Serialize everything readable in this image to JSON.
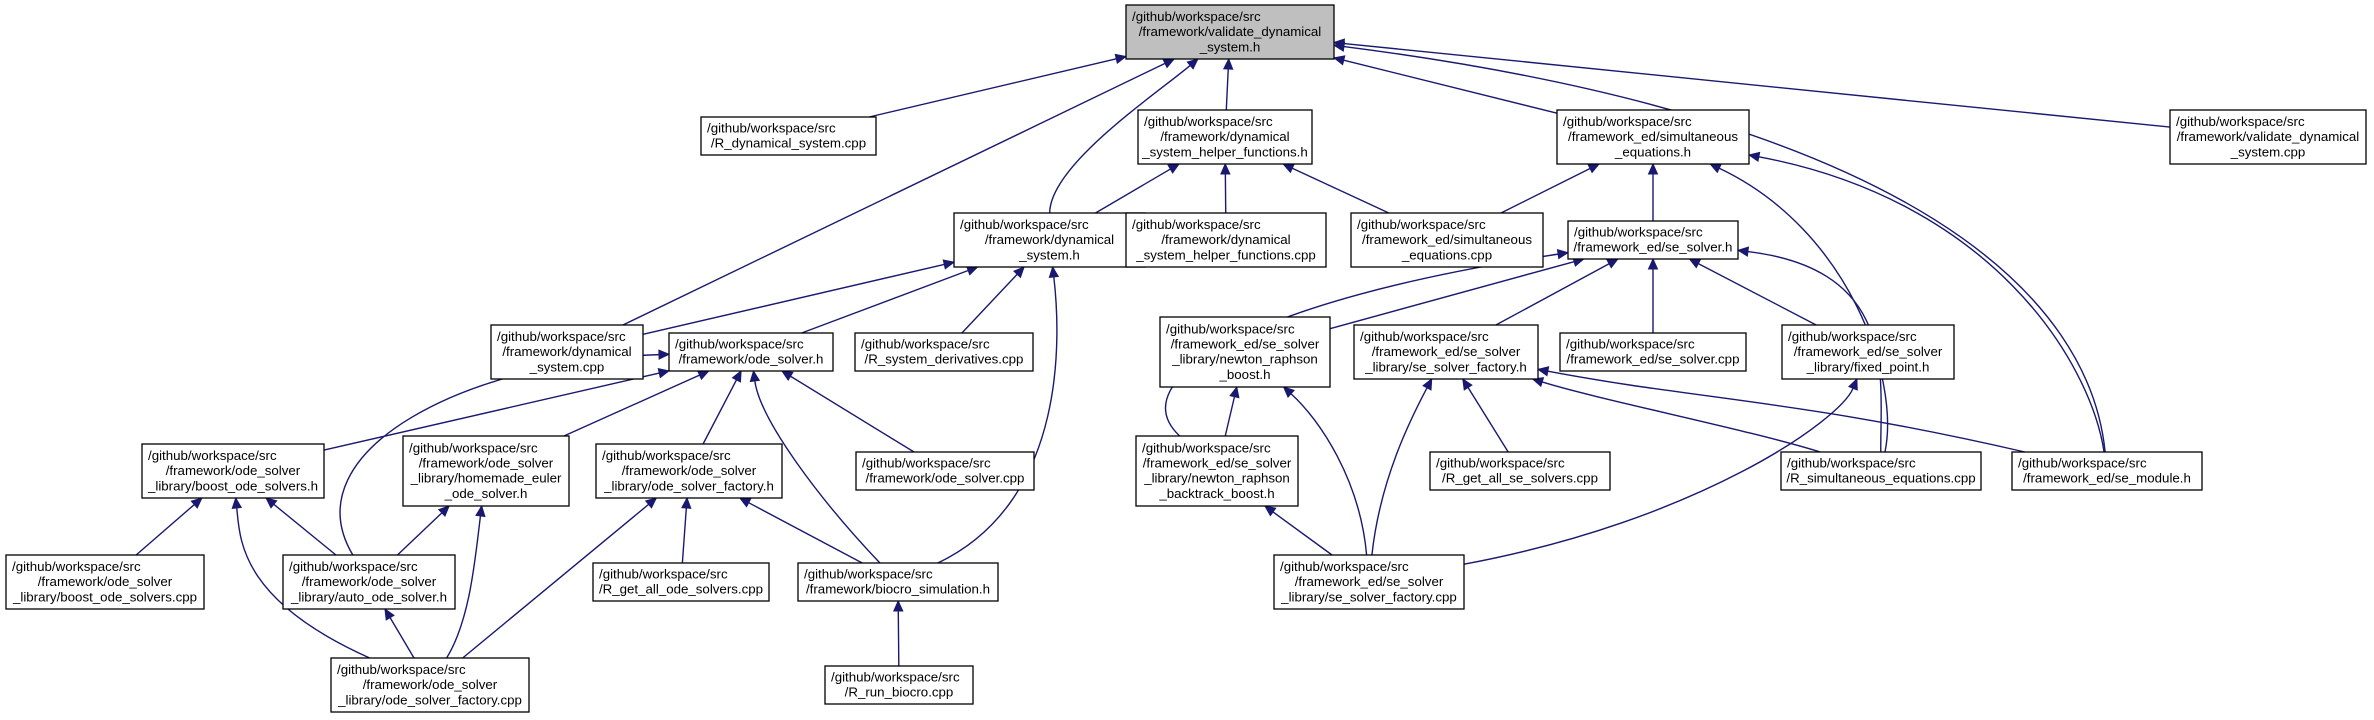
{
  "colors": {
    "edge": "#191970",
    "root_fill": "#bfbfbf",
    "node_fill": "#ffffff",
    "border": "#000000"
  },
  "nodes": [
    {
      "id": "validate_dynamical_system_h",
      "lines": [
        "/github/workspace/src",
        "/framework/validate_dynamical",
        "_system.h"
      ],
      "root": true
    },
    {
      "id": "R_dynamical_system_cpp",
      "lines": [
        "/github/workspace/src",
        "/R_dynamical_system.cpp"
      ]
    },
    {
      "id": "dynamical_system_helper_functions_h",
      "lines": [
        "/github/workspace/src",
        "/framework/dynamical",
        "_system_helper_functions.h"
      ]
    },
    {
      "id": "simultaneous_equations_h",
      "lines": [
        "/github/workspace/src",
        "/framework_ed/simultaneous",
        "_equations.h"
      ]
    },
    {
      "id": "validate_dynamical_system_cpp",
      "lines": [
        "/github/workspace/src",
        "/framework/validate_dynamical",
        "_system.cpp"
      ]
    },
    {
      "id": "dynamical_system_h",
      "lines": [
        "/github/workspace/src",
        "/framework/dynamical",
        "_system.h"
      ]
    },
    {
      "id": "dynamical_system_helper_functions_cpp",
      "lines": [
        "/github/workspace/src",
        "/framework/dynamical",
        "_system_helper_functions.cpp"
      ]
    },
    {
      "id": "simultaneous_equations_cpp",
      "lines": [
        "/github/workspace/src",
        "/framework_ed/simultaneous",
        "_equations.cpp"
      ]
    },
    {
      "id": "se_solver_h",
      "lines": [
        "/github/workspace/src",
        "/framework_ed/se_solver.h"
      ]
    },
    {
      "id": "dynamical_system_cpp",
      "lines": [
        "/github/workspace/src",
        "/framework/dynamical",
        "_system.cpp"
      ]
    },
    {
      "id": "ode_solver_h",
      "lines": [
        "/github/workspace/src",
        "/framework/ode_solver.h"
      ]
    },
    {
      "id": "R_system_derivatives_cpp",
      "lines": [
        "/github/workspace/src",
        "/R_system_derivatives.cpp"
      ]
    },
    {
      "id": "newton_raphson_boost_h",
      "lines": [
        "/github/workspace/src",
        "/framework_ed/se_solver",
        "_library/newton_raphson",
        "_boost.h"
      ]
    },
    {
      "id": "se_solver_factory_h",
      "lines": [
        "/github/workspace/src",
        "/framework_ed/se_solver",
        "_library/se_solver_factory.h"
      ]
    },
    {
      "id": "se_solver_cpp",
      "lines": [
        "/github/workspace/src",
        "/framework_ed/se_solver.cpp"
      ]
    },
    {
      "id": "fixed_point_h",
      "lines": [
        "/github/workspace/src",
        "/framework_ed/se_solver",
        "_library/fixed_point.h"
      ]
    },
    {
      "id": "boost_ode_solvers_h",
      "lines": [
        "/github/workspace/src",
        "/framework/ode_solver",
        "_library/boost_ode_solvers.h"
      ]
    },
    {
      "id": "homemade_euler_ode_solver_h",
      "lines": [
        "/github/workspace/src",
        "/framework/ode_solver",
        "_library/homemade_euler",
        "_ode_solver.h"
      ]
    },
    {
      "id": "ode_solver_factory_h",
      "lines": [
        "/github/workspace/src",
        "/framework/ode_solver",
        "_library/ode_solver_factory.h"
      ]
    },
    {
      "id": "ode_solver_cpp",
      "lines": [
        "/github/workspace/src",
        "/framework/ode_solver.cpp"
      ]
    },
    {
      "id": "newton_raphson_backtrack_boost_h",
      "lines": [
        "/github/workspace/src",
        "/framework_ed/se_solver",
        "_library/newton_raphson",
        "_backtrack_boost.h"
      ]
    },
    {
      "id": "R_get_all_se_solvers_cpp",
      "lines": [
        "/github/workspace/src",
        "/R_get_all_se_solvers.cpp"
      ]
    },
    {
      "id": "R_simultaneous_equations_cpp",
      "lines": [
        "/github/workspace/src",
        "/R_simultaneous_equations.cpp"
      ]
    },
    {
      "id": "se_module_h",
      "lines": [
        "/github/workspace/src",
        "/framework_ed/se_module.h"
      ]
    },
    {
      "id": "boost_ode_solvers_cpp",
      "lines": [
        "/github/workspace/src",
        "/framework/ode_solver",
        "_library/boost_ode_solvers.cpp"
      ]
    },
    {
      "id": "auto_ode_solver_h",
      "lines": [
        "/github/workspace/src",
        "/framework/ode_solver",
        "_library/auto_ode_solver.h"
      ]
    },
    {
      "id": "R_get_all_ode_solvers_cpp",
      "lines": [
        "/github/workspace/src",
        "/R_get_all_ode_solvers.cpp"
      ]
    },
    {
      "id": "biocro_simulation_h",
      "lines": [
        "/github/workspace/src",
        "/framework/biocro_simulation.h"
      ]
    },
    {
      "id": "se_solver_factory_cpp",
      "lines": [
        "/github/workspace/src",
        "/framework_ed/se_solver",
        "_library/se_solver_factory.cpp"
      ]
    },
    {
      "id": "ode_solver_factory_cpp",
      "lines": [
        "/github/workspace/src",
        "/framework/ode_solver",
        "_library/ode_solver_factory.cpp"
      ]
    },
    {
      "id": "R_run_biocro_cpp",
      "lines": [
        "/github/workspace/src",
        "/R_run_biocro.cpp"
      ]
    }
  ],
  "edges": [
    {
      "from": "R_dynamical_system_cpp",
      "to": "validate_dynamical_system_h"
    },
    {
      "from": "dynamical_system_helper_functions_h",
      "to": "validate_dynamical_system_h"
    },
    {
      "from": "simultaneous_equations_h",
      "to": "validate_dynamical_system_h"
    },
    {
      "from": "validate_dynamical_system_cpp",
      "to": "validate_dynamical_system_h"
    },
    {
      "from": "dynamical_system_h",
      "to": "validate_dynamical_system_h"
    },
    {
      "from": "dynamical_system_cpp",
      "to": "validate_dynamical_system_h"
    },
    {
      "from": "se_module_h",
      "to": "validate_dynamical_system_h"
    },
    {
      "from": "dynamical_system_h",
      "to": "dynamical_system_helper_functions_h"
    },
    {
      "from": "dynamical_system_helper_functions_cpp",
      "to": "dynamical_system_helper_functions_h"
    },
    {
      "from": "simultaneous_equations_cpp",
      "to": "dynamical_system_helper_functions_h"
    },
    {
      "from": "simultaneous_equations_cpp",
      "to": "simultaneous_equations_h"
    },
    {
      "from": "se_solver_h",
      "to": "simultaneous_equations_h"
    },
    {
      "from": "R_simultaneous_equations_cpp",
      "to": "simultaneous_equations_h"
    },
    {
      "from": "se_module_h",
      "to": "simultaneous_equations_h"
    },
    {
      "from": "dynamical_system_cpp",
      "to": "dynamical_system_h"
    },
    {
      "from": "ode_solver_h",
      "to": "dynamical_system_h"
    },
    {
      "from": "R_system_derivatives_cpp",
      "to": "dynamical_system_h"
    },
    {
      "from": "biocro_simulation_h",
      "to": "dynamical_system_h"
    },
    {
      "from": "newton_raphson_boost_h",
      "to": "se_solver_h"
    },
    {
      "from": "se_solver_factory_h",
      "to": "se_solver_h"
    },
    {
      "from": "se_solver_cpp",
      "to": "se_solver_h"
    },
    {
      "from": "fixed_point_h",
      "to": "se_solver_h"
    },
    {
      "from": "newton_raphson_backtrack_boost_h",
      "to": "se_solver_h"
    },
    {
      "from": "R_simultaneous_equations_cpp",
      "to": "se_solver_h"
    },
    {
      "from": "boost_ode_solvers_h",
      "to": "ode_solver_h"
    },
    {
      "from": "homemade_euler_ode_solver_h",
      "to": "ode_solver_h"
    },
    {
      "from": "ode_solver_factory_h",
      "to": "ode_solver_h"
    },
    {
      "from": "ode_solver_cpp",
      "to": "ode_solver_h"
    },
    {
      "from": "auto_ode_solver_h",
      "to": "ode_solver_h"
    },
    {
      "from": "biocro_simulation_h",
      "to": "ode_solver_h"
    },
    {
      "from": "newton_raphson_backtrack_boost_h",
      "to": "newton_raphson_boost_h"
    },
    {
      "from": "se_solver_factory_cpp",
      "to": "newton_raphson_boost_h"
    },
    {
      "from": "R_get_all_se_solvers_cpp",
      "to": "se_solver_factory_h"
    },
    {
      "from": "R_simultaneous_equations_cpp",
      "to": "se_solver_factory_h"
    },
    {
      "from": "se_module_h",
      "to": "se_solver_factory_h"
    },
    {
      "from": "se_solver_factory_cpp",
      "to": "se_solver_factory_h"
    },
    {
      "from": "se_solver_factory_cpp",
      "to": "fixed_point_h"
    },
    {
      "from": "boost_ode_solvers_cpp",
      "to": "boost_ode_solvers_h"
    },
    {
      "from": "auto_ode_solver_h",
      "to": "boost_ode_solvers_h"
    },
    {
      "from": "ode_solver_factory_cpp",
      "to": "boost_ode_solvers_h"
    },
    {
      "from": "auto_ode_solver_h",
      "to": "homemade_euler_ode_solver_h"
    },
    {
      "from": "ode_solver_factory_cpp",
      "to": "homemade_euler_ode_solver_h"
    },
    {
      "from": "R_get_all_ode_solvers_cpp",
      "to": "ode_solver_factory_h"
    },
    {
      "from": "biocro_simulation_h",
      "to": "ode_solver_factory_h"
    },
    {
      "from": "ode_solver_factory_cpp",
      "to": "ode_solver_factory_h"
    },
    {
      "from": "se_solver_factory_cpp",
      "to": "newton_raphson_backtrack_boost_h"
    },
    {
      "from": "ode_solver_factory_cpp",
      "to": "auto_ode_solver_h"
    },
    {
      "from": "R_run_biocro_cpp",
      "to": "biocro_simulation_h"
    }
  ]
}
